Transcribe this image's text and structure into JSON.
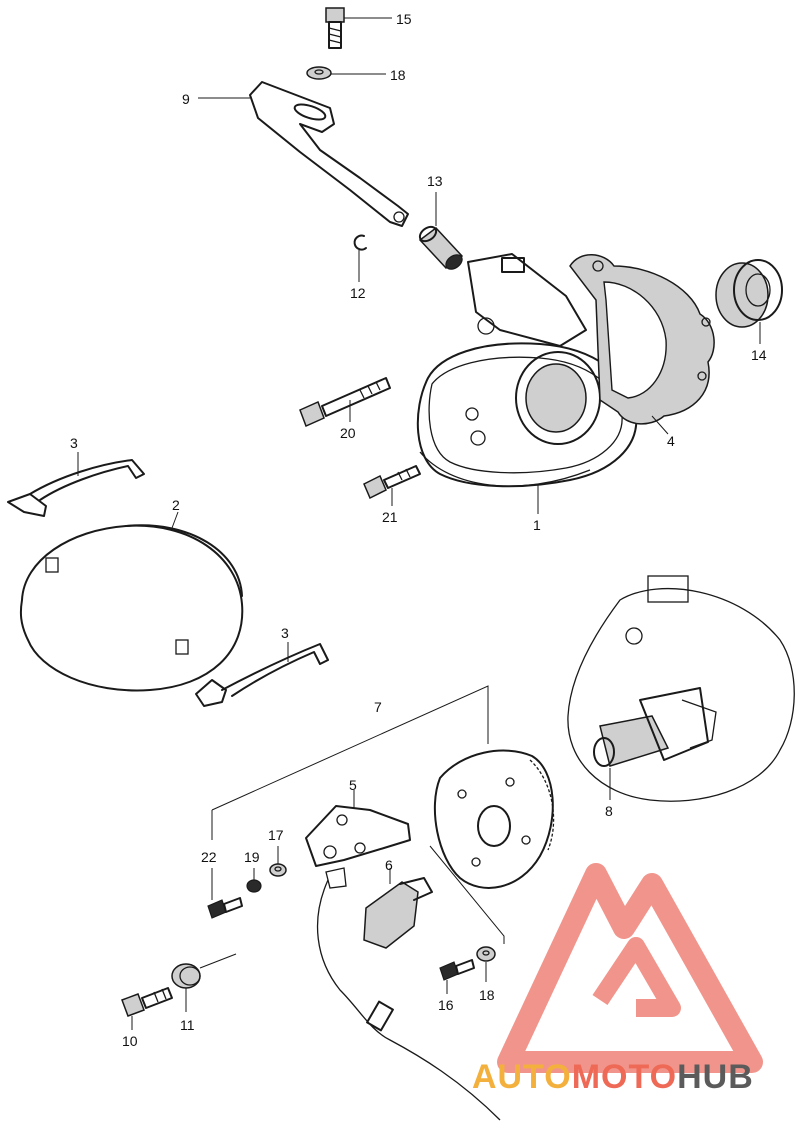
{
  "callouts": {
    "c1": "1",
    "c2": "2",
    "c3a": "3",
    "c3b": "3",
    "c4": "4",
    "c5": "5",
    "c6": "6",
    "c7": "7",
    "c8": "8",
    "c9": "9",
    "c10": "10",
    "c11": "11",
    "c12": "12",
    "c13": "13",
    "c14": "14",
    "c15": "15",
    "c16": "16",
    "c17": "17",
    "c18a": "18",
    "c18b": "18",
    "c19": "19",
    "c20": "20",
    "c21": "21",
    "c22": "22"
  },
  "watermark": {
    "word_auto": "AUTO",
    "word_moto": "MOTO",
    "word_hub": "HUB",
    "colors": {
      "auto": "#f3b03c",
      "moto": "#ee6a56",
      "hub": "#5b5b5b",
      "logo": "#ef8a80"
    }
  }
}
